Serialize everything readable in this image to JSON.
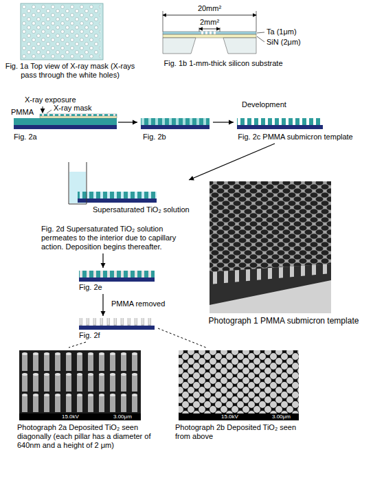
{
  "diagram": {
    "nodes": [
      {
        "text": [
          "Fig. 1a Top view of X-ray mask (X-rays pass through the white holes)"
        ]
      },
      {
        "text": [
          "Fig. 1b 1-mm-thick silicon substrate"
        ]
      },
      {
        "text": [
          "Fig. 2a"
        ]
      },
      {
        "text": [
          "Fig. 2b"
        ]
      },
      {
        "text": [
          "Fig. 2c PMMA submicron template"
        ]
      },
      {
        "text": [
          "Fig. 2d Supersaturated TiO₂ solution permeates to the interior due to capillary action. Deposition begins thereafter."
        ]
      },
      {
        "text": [
          "Fig. 2e"
        ]
      },
      {
        "text": [
          "Fig. 2f"
        ]
      },
      {
        "text": [
          "Photograph 1 PMMA submicron template"
        ]
      },
      {
        "text": [
          "Photograph 2a Deposited TiO₂ seen diagonally (each pillar has a diameter of 640nm and a height of 2 μm)"
        ]
      },
      {
        "text": [
          "Photograph 2b Deposited TiO₂ seen from above"
        ]
      }
    ],
    "edges": [
      {
        "from": 2,
        "to": 3,
        "arrow": "to"
      },
      {
        "from": 3,
        "to": 4,
        "label": "Development",
        "arrow": "to"
      },
      {
        "from": 4,
        "to": 5,
        "arrow": "to"
      },
      {
        "from": 5,
        "to": 6,
        "arrow": "to"
      },
      {
        "from": 6,
        "to": 7,
        "label": "PMMA removed",
        "arrow": "to"
      },
      {
        "from": 7,
        "to": 9,
        "arrow": "none"
      },
      {
        "from": 7,
        "to": 10,
        "arrow": "none"
      }
    ],
    "labels": [
      "20mm²",
      "2mm²",
      "Ta (1μm)",
      "SiN (2μm)",
      "X-ray exposure",
      "PMMA",
      "X-ray mask",
      "Supersaturated TiO₂ solution",
      "15.0kV",
      "3.00μm",
      "15.0kV",
      "3.00μm"
    ]
  }
}
